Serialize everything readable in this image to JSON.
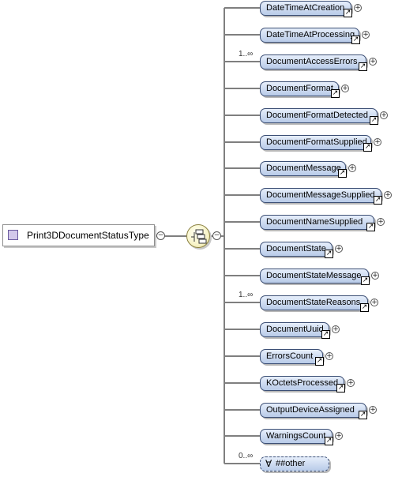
{
  "type_name": "Print3DDocumentStatusType",
  "collapse_symbol": "−",
  "expand_symbol": "+",
  "link_symbol": "↗",
  "any_symbol": "∀",
  "elements": [
    {
      "name": "DateTimeAtCreation",
      "occurs": ""
    },
    {
      "name": "DateTimeAtProcessing",
      "occurs": ""
    },
    {
      "name": "DocumentAccessErrors",
      "occurs": "1..∞"
    },
    {
      "name": "DocumentFormat",
      "occurs": ""
    },
    {
      "name": "DocumentFormatDetected",
      "occurs": ""
    },
    {
      "name": "DocumentFormatSupplied",
      "occurs": ""
    },
    {
      "name": "DocumentMessage",
      "occurs": ""
    },
    {
      "name": "DocumentMessageSupplied",
      "occurs": ""
    },
    {
      "name": "DocumentNameSupplied",
      "occurs": ""
    },
    {
      "name": "DocumentState",
      "occurs": ""
    },
    {
      "name": "DocumentStateMessage",
      "occurs": ""
    },
    {
      "name": "DocumentStateReasons",
      "occurs": "1..∞"
    },
    {
      "name": "DocumentUuid",
      "occurs": ""
    },
    {
      "name": "ErrorsCount",
      "occurs": ""
    },
    {
      "name": "KOctetsProcessed",
      "occurs": ""
    },
    {
      "name": "OutputDeviceAssigned",
      "occurs": ""
    },
    {
      "name": "WarningsCount",
      "occurs": ""
    }
  ],
  "any_element": {
    "name": "##other",
    "occurs": "0..∞"
  },
  "colors": {
    "element_fill_top": "#e6eefb",
    "element_fill_bottom": "#b8cbe8",
    "element_border": "#3c4f75",
    "sequence_fill": "#f7f3c8",
    "type_swatch": "#d2c8ea",
    "connector": "#7f7f7f"
  }
}
